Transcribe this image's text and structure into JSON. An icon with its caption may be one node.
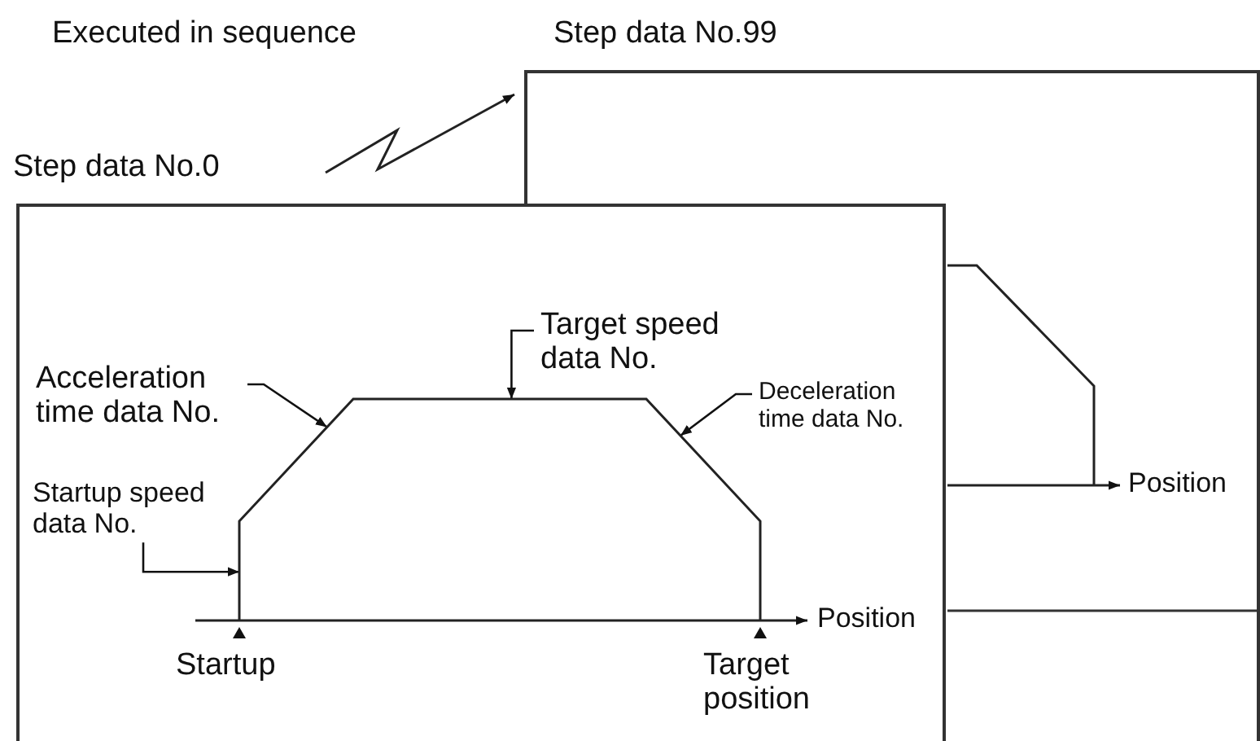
{
  "diagram": {
    "nodes": [
      {
        "text": [
          "Step data No.99"
        ]
      },
      {
        "text": [
          "Step data No.0"
        ]
      },
      {
        "text": [
          "Target speed data No."
        ]
      },
      {
        "text": [
          "Acceleration time data No."
        ],
        "in": 1
      },
      {
        "text": [
          "Deceleration time data No."
        ]
      },
      {
        "text": [
          "Startup speed data No."
        ],
        "in": 1
      },
      {
        "text": [],
        "shape": "curve",
        "in": 1
      },
      {
        "text": [],
        "shape": "curve",
        "in": 0
      }
    ],
    "edges": [
      {
        "from": 2,
        "to": 6,
        "arrow": "to"
      },
      {
        "from": 3,
        "to": 6,
        "arrow": "to"
      },
      {
        "from": 4,
        "to": 6,
        "arrow": "to"
      },
      {
        "from": 5,
        "to": 6,
        "arrow": "to"
      }
    ],
    "labels": [
      "Executed in sequence",
      "Position",
      "Position",
      "Startup",
      "Target position"
    ]
  }
}
